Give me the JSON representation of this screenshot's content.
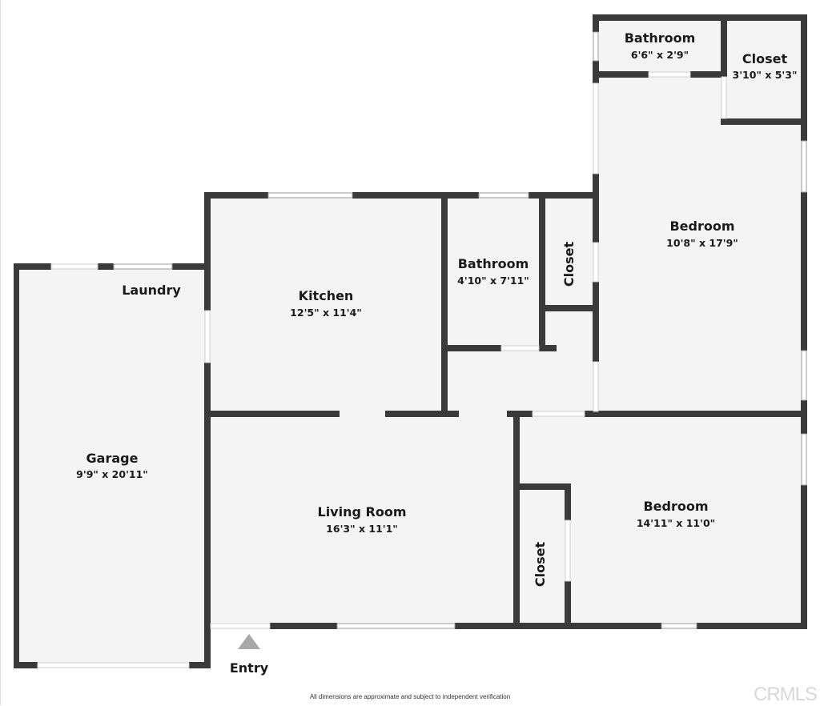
{
  "plan": {
    "rooms": [
      {
        "id": "garage",
        "name": "Garage",
        "dims": "9'9\" x 20'11\""
      },
      {
        "id": "laundry",
        "name": "Laundry",
        "dims": ""
      },
      {
        "id": "kitchen",
        "name": "Kitchen",
        "dims": "12'5\" x 11'4\""
      },
      {
        "id": "living_room",
        "name": "Living Room",
        "dims": "16'3\" x 11'1\""
      },
      {
        "id": "bathroom_hall",
        "name": "Bathroom",
        "dims": "4'10\" x 7'11\""
      },
      {
        "id": "closet_hall",
        "name": "Closet",
        "dims": ""
      },
      {
        "id": "bathroom_master",
        "name": "Bathroom",
        "dims": "6'6\" x 2'9\""
      },
      {
        "id": "closet_master",
        "name": "Closet",
        "dims": "3'10\" x 5'3\""
      },
      {
        "id": "bedroom_master",
        "name": "Bedroom",
        "dims": "10'8\" x 17'9\""
      },
      {
        "id": "bedroom_2",
        "name": "Bedroom",
        "dims": "14'11\" x 11'0\""
      },
      {
        "id": "closet_bedroom2",
        "name": "Closet",
        "dims": ""
      }
    ],
    "entry": {
      "label": "Entry",
      "marker_color": "#a8a8a8"
    },
    "colors": {
      "wall": "#3a3a3a",
      "floor": "#f4f4f4",
      "background": "#ffffff"
    }
  },
  "footer": {
    "disclaimer": "All dimensions are approximate and subject to independent verification",
    "watermark": "CRMLS"
  }
}
